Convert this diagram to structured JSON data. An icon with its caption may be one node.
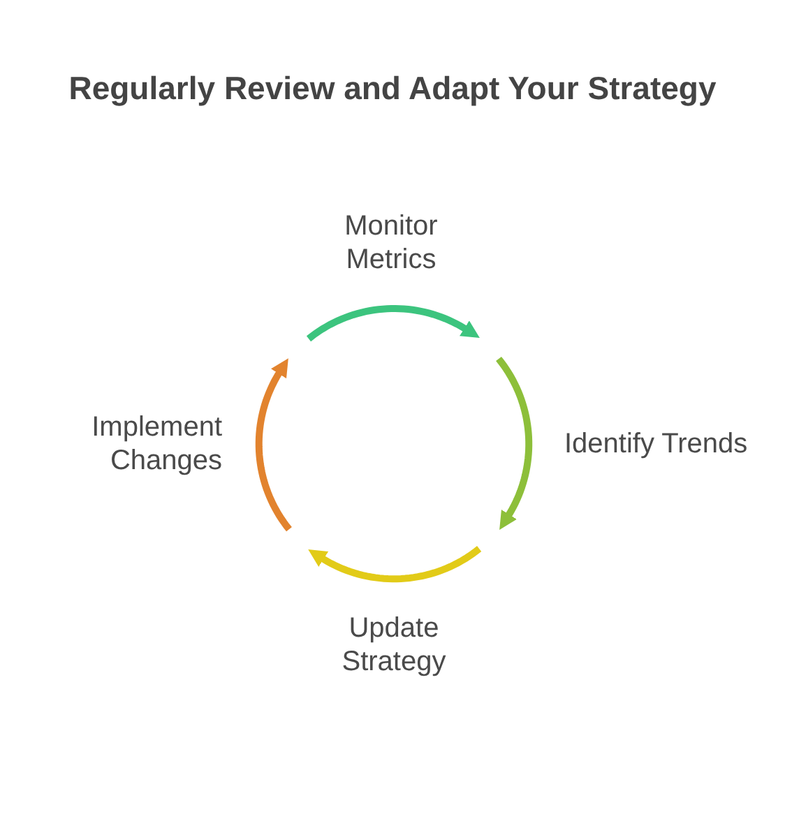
{
  "diagram": {
    "title": "Regularly Review and Adapt Your Strategy",
    "nodes": [
      {
        "text": [
          "Monitor Metrics"
        ]
      },
      {
        "text": [
          "Identify Trends"
        ]
      },
      {
        "text": [
          "Update Strategy"
        ]
      },
      {
        "text": [
          "Implement Changes"
        ]
      }
    ],
    "edges": [
      {
        "from": 0,
        "to": 1,
        "arrow": "to",
        "color": "#3cc47e"
      },
      {
        "from": 1,
        "to": 2,
        "arrow": "to",
        "color": "#8dbf3a"
      },
      {
        "from": 2,
        "to": 3,
        "arrow": "to",
        "color": "#e2cb18"
      },
      {
        "from": 3,
        "to": 0,
        "arrow": "to",
        "color": "#e2832e"
      }
    ]
  }
}
